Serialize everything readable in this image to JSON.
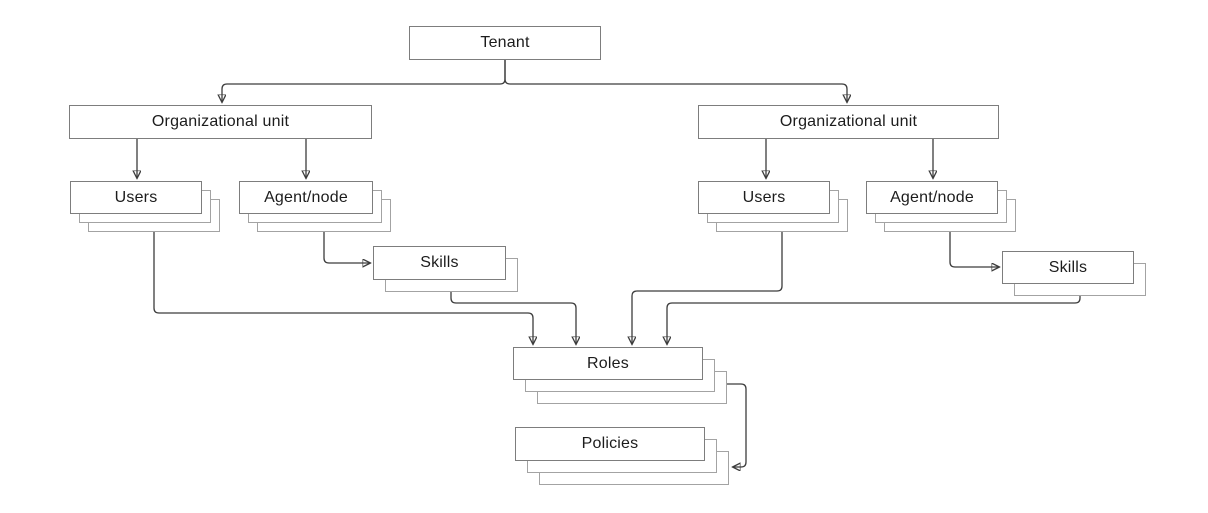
{
  "diagram": {
    "type": "hierarchy-flowchart",
    "nodes": {
      "tenant": {
        "label": "Tenant",
        "stacked": false
      },
      "org_left": {
        "label": "Organizational unit",
        "stacked": false
      },
      "org_right": {
        "label": "Organizational unit",
        "stacked": false
      },
      "users_left": {
        "label": "Users",
        "stacked": true,
        "stack_count": 3
      },
      "agent_left": {
        "label": "Agent/node",
        "stacked": true,
        "stack_count": 3
      },
      "users_right": {
        "label": "Users",
        "stacked": true,
        "stack_count": 3
      },
      "agent_right": {
        "label": "Agent/node",
        "stacked": true,
        "stack_count": 3
      },
      "skills_left": {
        "label": "Skills",
        "stacked": true,
        "stack_count": 2
      },
      "skills_right": {
        "label": "Skills",
        "stacked": true,
        "stack_count": 2
      },
      "roles": {
        "label": "Roles",
        "stacked": true,
        "stack_count": 3
      },
      "policies": {
        "label": "Policies",
        "stacked": true,
        "stack_count": 3
      }
    },
    "edges": [
      {
        "from": "tenant",
        "to": "org_left"
      },
      {
        "from": "tenant",
        "to": "org_right"
      },
      {
        "from": "org_left",
        "to": "users_left"
      },
      {
        "from": "org_left",
        "to": "agent_left"
      },
      {
        "from": "org_right",
        "to": "users_right"
      },
      {
        "from": "org_right",
        "to": "agent_right"
      },
      {
        "from": "agent_left",
        "to": "skills_left"
      },
      {
        "from": "agent_right",
        "to": "skills_right"
      },
      {
        "from": "users_left",
        "to": "roles"
      },
      {
        "from": "skills_left",
        "to": "roles"
      },
      {
        "from": "users_right",
        "to": "roles"
      },
      {
        "from": "skills_right",
        "to": "roles"
      },
      {
        "from": "roles",
        "to": "policies"
      }
    ],
    "colors": {
      "background": "#ffffff",
      "box_border": "#7d7d7d",
      "stack_shadow_border": "#a3a3a3",
      "connector": "#3c3c3c",
      "text": "#1c1c1c"
    }
  }
}
